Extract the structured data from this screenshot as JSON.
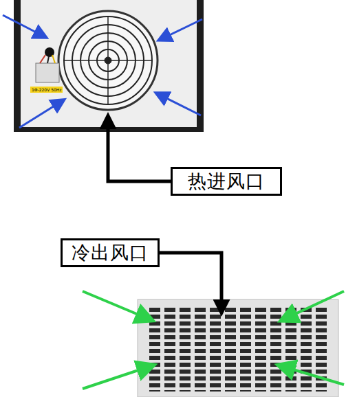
{
  "diagram": {
    "nodes": [
      {
        "text": [
          "热进风口"
        ]
      },
      {
        "text": [
          "冷出风口"
        ]
      }
    ],
    "labels": [
      "1Φ-220V 50Hz"
    ]
  }
}
